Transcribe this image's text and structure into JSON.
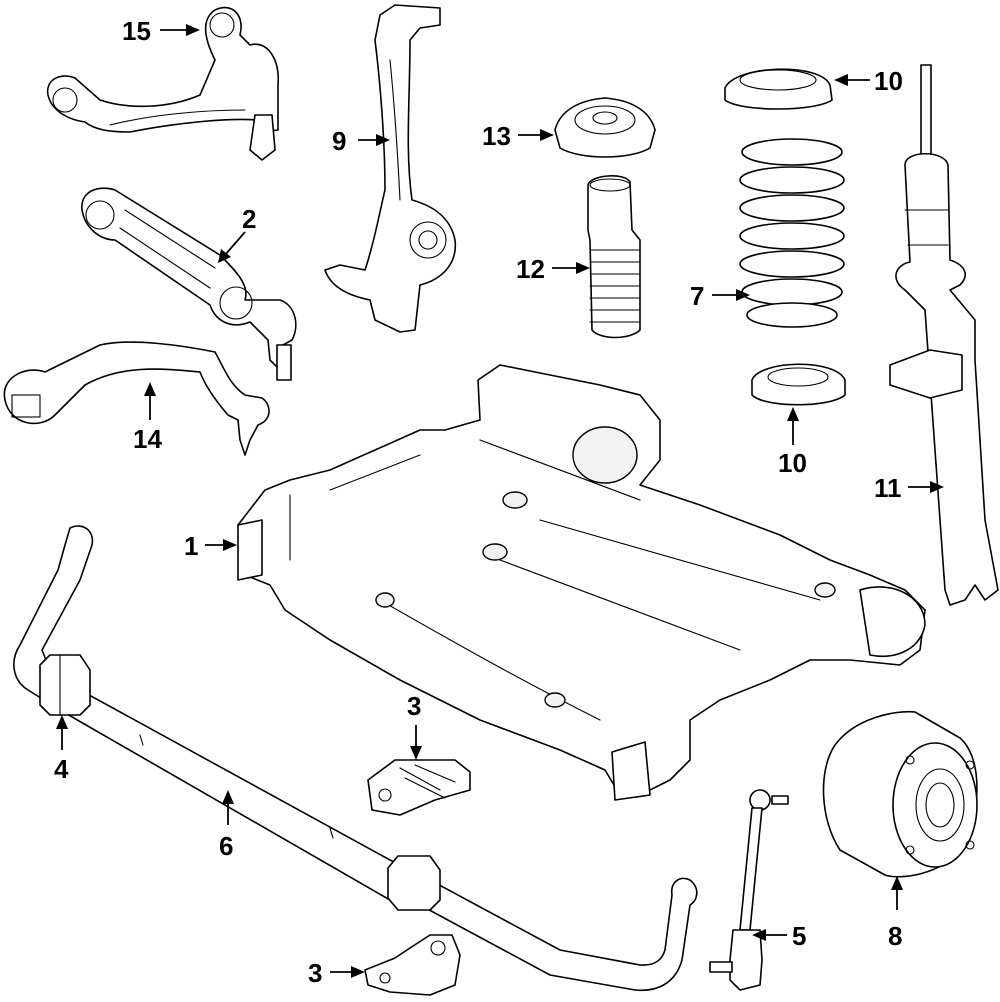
{
  "diagram": {
    "callouts": {
      "c1": "1",
      "c2": "2",
      "c3a": "3",
      "c3b": "3",
      "c4": "4",
      "c5": "5",
      "c6": "6",
      "c7": "7",
      "c8": "8",
      "c9": "9",
      "c10a": "10",
      "c10b": "10",
      "c11": "11",
      "c12": "12",
      "c13": "13",
      "c14": "14",
      "c15": "15"
    }
  }
}
